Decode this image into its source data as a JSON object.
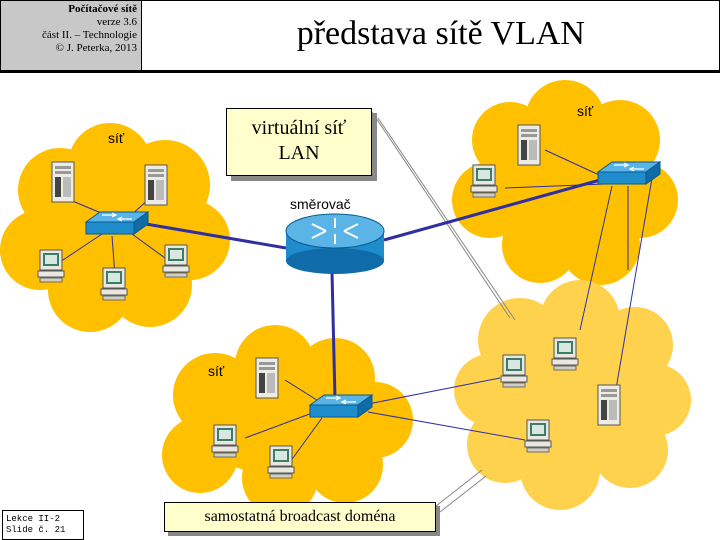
{
  "header": {
    "course": "Počítačové sítě",
    "version": "verze 3.6",
    "part": "část II. – Technologie",
    "copyright": "© J. Peterka, 2013"
  },
  "title": "představa sítě VLAN",
  "labels": {
    "net_left": "síť",
    "net_top_right": "síť",
    "net_bottom": "síť",
    "router": "směrovač"
  },
  "vlan_box": {
    "line1": "virtuální síť",
    "line2": "LAN"
  },
  "broadcast_box": "samostatná broadcast doména",
  "footer": {
    "line1": "Lekce II-2",
    "line2": "Slide č. 21"
  },
  "colors": {
    "cloud": "#ffc000",
    "cloud_light": "#ffd24d",
    "device": "#1f8ccc",
    "link": "#2f2fa0",
    "box_fill": "#ffffcc"
  }
}
